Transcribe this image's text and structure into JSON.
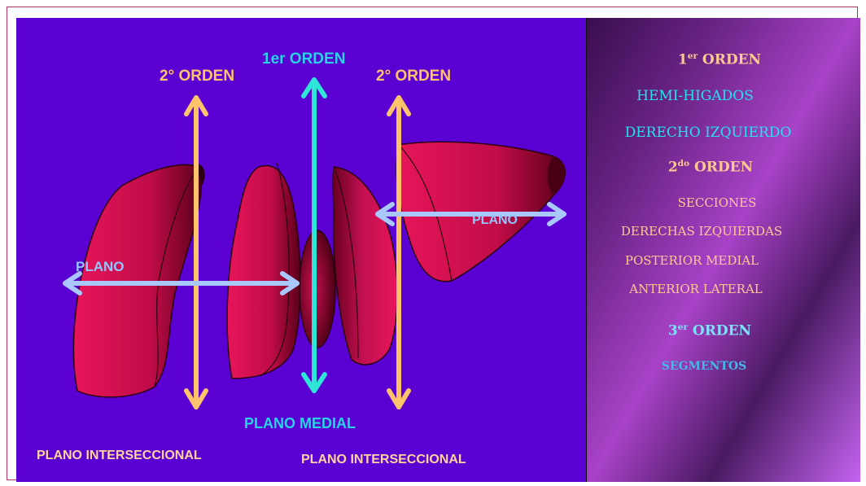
{
  "left": {
    "title_left_2nd": "2° ORDEN",
    "title_center_1st": "1er ORDEN",
    "title_right_2nd": "2° ORDEN",
    "plano_left": "PLANO",
    "plano_right": "PLANO",
    "plano_medial": "PLANO MEDIAL",
    "plano_intersec_left": "PLANO INTERSECCIONAL",
    "plano_intersec_right": "PLANO INTERSECCIONAL"
  },
  "right": {
    "first_order_num": "1",
    "first_order_sup": "er",
    "first_order_word": " ORDEN",
    "hemi": "HEMI-HIGADOS",
    "derecho_izquierdo": "DERECHO  IZQUIERDO",
    "second_order_num": "2",
    "second_order_sup": "do",
    "second_order_word": " ORDEN",
    "secciones": "SECCIONES",
    "derechas_izquierdas": "DERECHAS  IZQUIERDAS",
    "posterior_medial": "POSTERIOR  MEDIAL",
    "anterior_lateral": "ANTERIOR  LATERAL",
    "third_order_num": "3",
    "third_order_sup": "er",
    "third_order_word": " ORDEN",
    "segmentos": "SEGMENTOS"
  },
  "colors": {
    "left_bg": "#5a00d2",
    "liver": "#d01050",
    "arrow_orange": "#ffc36b",
    "arrow_cyan": "#2ee6d8",
    "arrow_lightblue": "#a8c8ff"
  }
}
